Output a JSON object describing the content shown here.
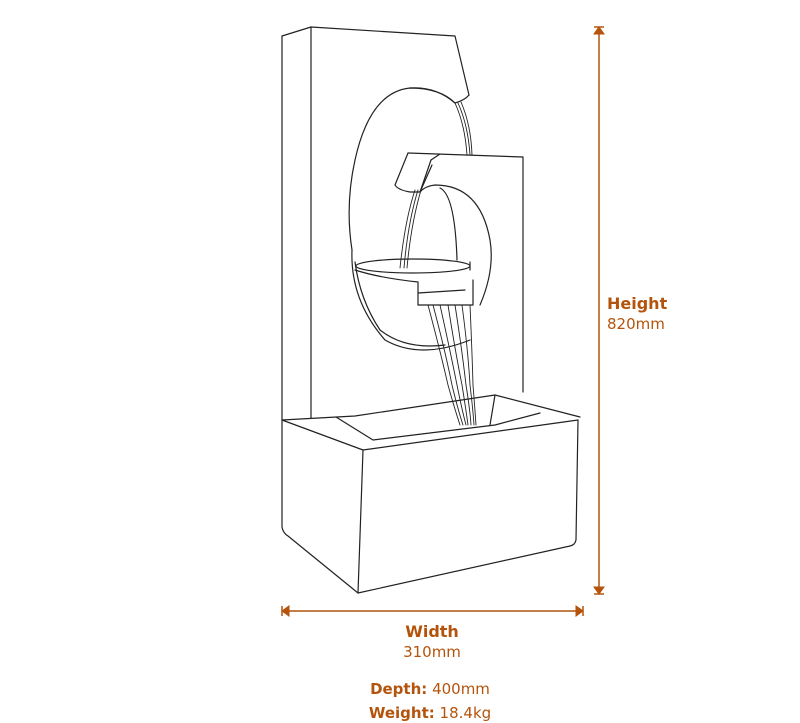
{
  "diagram": {
    "subject": "Cascading water fountain line drawing",
    "accent_color": "#b4540c",
    "line_color": "#222222"
  },
  "dimensions": {
    "height": {
      "label": "Height",
      "value": "820mm"
    },
    "width": {
      "label": "Width",
      "value": "310mm"
    },
    "depth": {
      "label": "Depth:",
      "value": "400mm"
    },
    "weight": {
      "label": "Weight:",
      "value": "18.4kg"
    }
  }
}
